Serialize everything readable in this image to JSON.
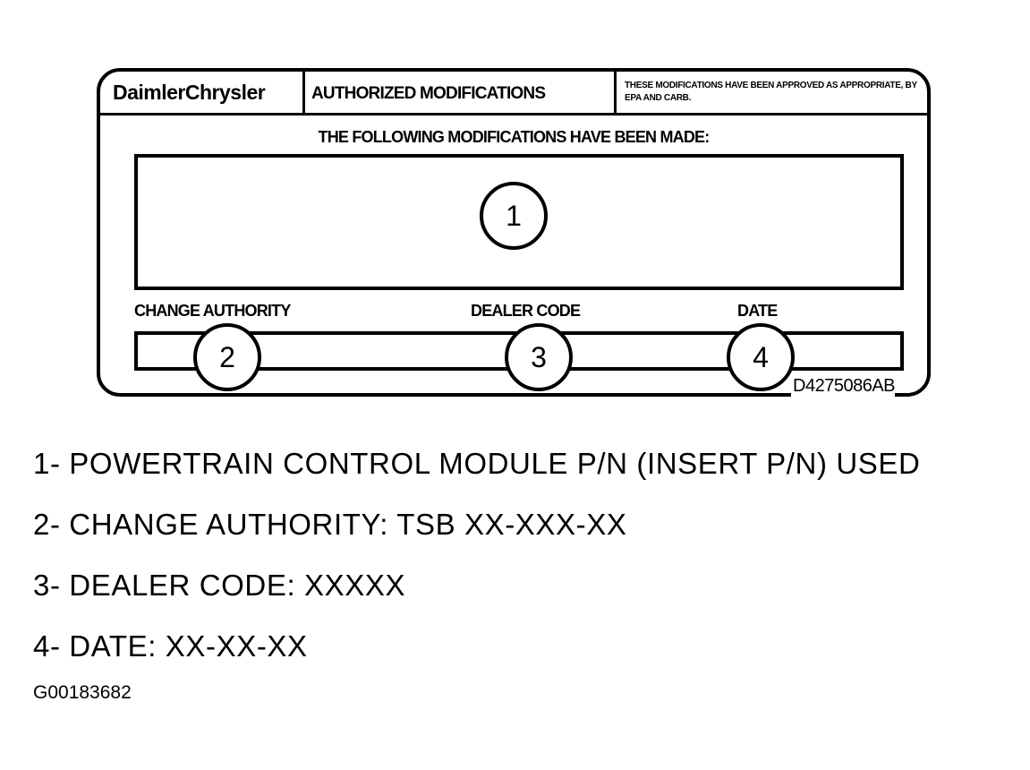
{
  "label": {
    "brand": "DaimlerChrysler",
    "title": "AUTHORIZED MODIFICATIONS",
    "approval_note": "THESE MODIFICATIONS HAVE BEEN APPROVED AS APPROPRIATE, BY EPA AND CARB.",
    "heading": "THE FOLLOWING MODIFICATIONS HAVE BEEN MADE:",
    "fields": {
      "change_authority": "CHANGE AUTHORITY",
      "dealer_code": "DEALER CODE",
      "date": "DATE"
    },
    "callouts": [
      "1",
      "2",
      "3",
      "4"
    ],
    "figure_code": "D4275086AB"
  },
  "legend": [
    "1- POWERTRAIN CONTROL MODULE P/N (INSERT P/N) USED",
    "2- CHANGE AUTHORITY: TSB XX-XXX-XX",
    "3- DEALER CODE: XXXXX",
    "4- DATE: XX-XX-XX"
  ],
  "image_id": "G00183682"
}
